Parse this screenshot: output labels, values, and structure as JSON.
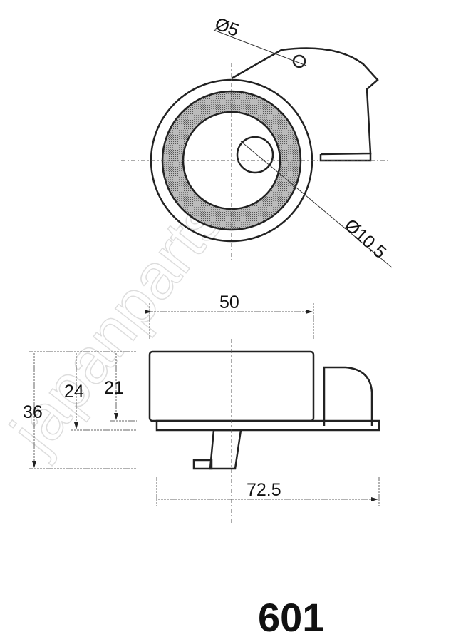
{
  "watermark": "japanparts",
  "top_view": {
    "hole_small_label": "Ø5",
    "bolt_hole_label": "Ø10.5"
  },
  "side_view": {
    "width_label": "50",
    "total_length_label": "72.5",
    "height_total_label": "36",
    "height_mid_label": "24",
    "height_pulley_label": "21"
  },
  "part_number": "601",
  "colors": {
    "line": "#222222",
    "ring_fill": "#9a9a9a"
  }
}
